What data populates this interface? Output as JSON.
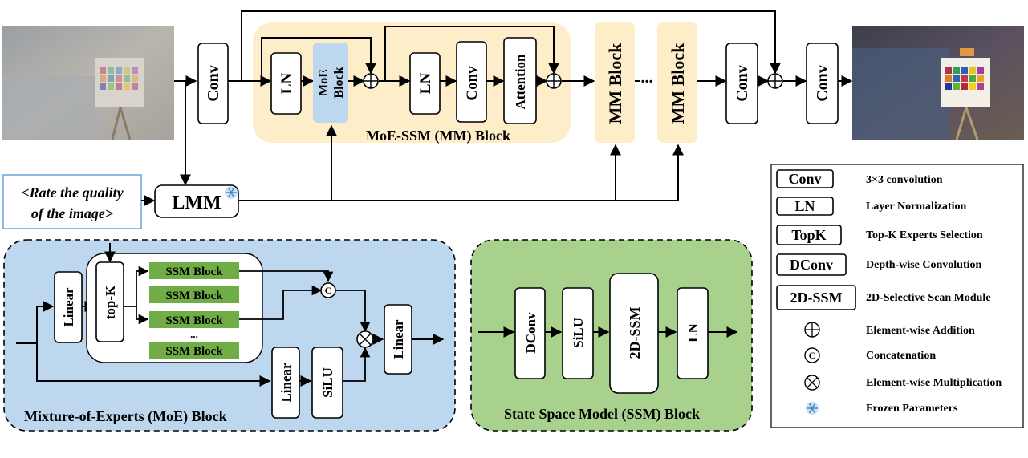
{
  "main": {
    "conv_in": "Conv",
    "ln1": "LN",
    "moe_block_line1": "MoE",
    "moe_block_line2": "Block",
    "ln2": "LN",
    "conv_mid": "Conv",
    "attention": "Attention",
    "mm_block_title": "MoE-SSM (MM) Block",
    "mm_block_a": "MM Block",
    "ellipsis": "...",
    "mm_block_b": "MM Block",
    "conv_out1": "Conv",
    "conv_out2": "Conv",
    "lmm": "LMM",
    "prompt_line1": "<Rate the quality",
    "prompt_line2": "of the image>"
  },
  "moe_panel": {
    "title": "Mixture-of-Experts  (MoE) Block",
    "linear_in": "Linear",
    "topk": "top-K",
    "ssm_blocks": [
      "SSM Block",
      "SSM Block",
      "SSM Block",
      "SSM Block"
    ],
    "ellipsis": "...",
    "concat": "C",
    "linear_gate": "Linear",
    "silu": "SiLU",
    "linear_out": "Linear"
  },
  "ssm_panel": {
    "title": "State Space Model (SSM) Block",
    "dconv": "DConv",
    "silu": "SiLU",
    "ssm2d": "2D-SSM",
    "ln": "LN"
  },
  "legend": {
    "items": [
      {
        "key": "Conv",
        "desc": "3×3 convolution"
      },
      {
        "key": "LN",
        "desc": "Layer Normalization"
      },
      {
        "key": "TopK",
        "desc": "Top-K Experts Selection"
      },
      {
        "key": "DConv",
        "desc": "Depth-wise Convolution"
      },
      {
        "key": "2D-SSM",
        "desc": "2D-Selective Scan Module"
      },
      {
        "key": "",
        "desc": "Element-wise Addition"
      },
      {
        "key": "C",
        "desc": "Concatenation"
      },
      {
        "key": "",
        "desc": "Element-wise Multiplication"
      },
      {
        "key": "",
        "desc": "Frozen Parameters"
      }
    ]
  },
  "colors": {
    "mm_bg": "#fdedc8",
    "moe_bg": "#bdd7ee",
    "ssm_bg": "#a9d18e",
    "ssm_block_fill": "#70ad47",
    "prompt_border": "#6fa8dc"
  },
  "icons": [
    "plus-circle-icon",
    "concat-circle-icon",
    "multiply-circle-icon",
    "snowflake-icon"
  ]
}
